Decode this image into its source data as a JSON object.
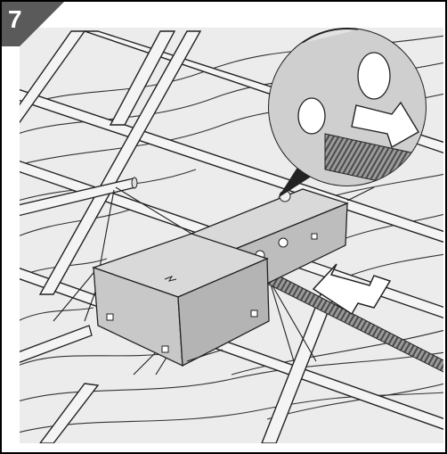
{
  "step": {
    "number": "7"
  },
  "colors": {
    "badge": "#5a5a5a",
    "panel_background": "#ececec",
    "wood_grain": "#333333",
    "box_front": "#c8c8c8",
    "box_top": "#d9d9d9",
    "arrow_fill": "#ffffff"
  },
  "icons": {
    "step_badge": "step-number-badge",
    "callout": "magnifier-callout",
    "arrow": "insertion-arrow"
  }
}
